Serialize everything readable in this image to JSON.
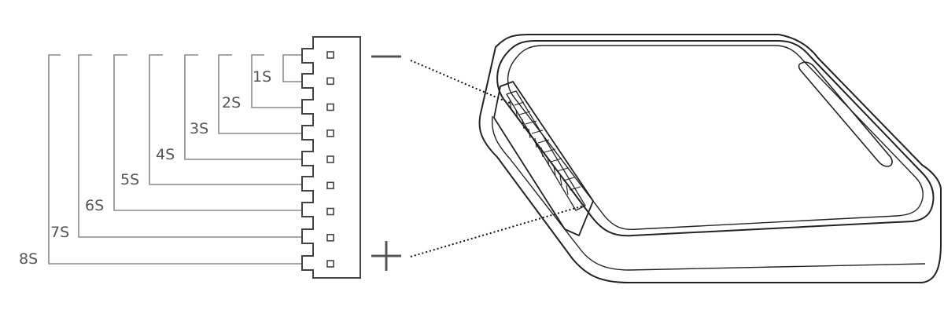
{
  "diagram": {
    "balance_taps": [
      "1S",
      "2S",
      "3S",
      "4S",
      "5S",
      "6S",
      "7S",
      "8S"
    ],
    "pin_count": 9,
    "polarity": {
      "top": "−",
      "bottom": "+"
    },
    "colors": {
      "wire": "#8a8a8a",
      "label": "#555555",
      "outline": "#222222",
      "leader": "#111111"
    }
  }
}
